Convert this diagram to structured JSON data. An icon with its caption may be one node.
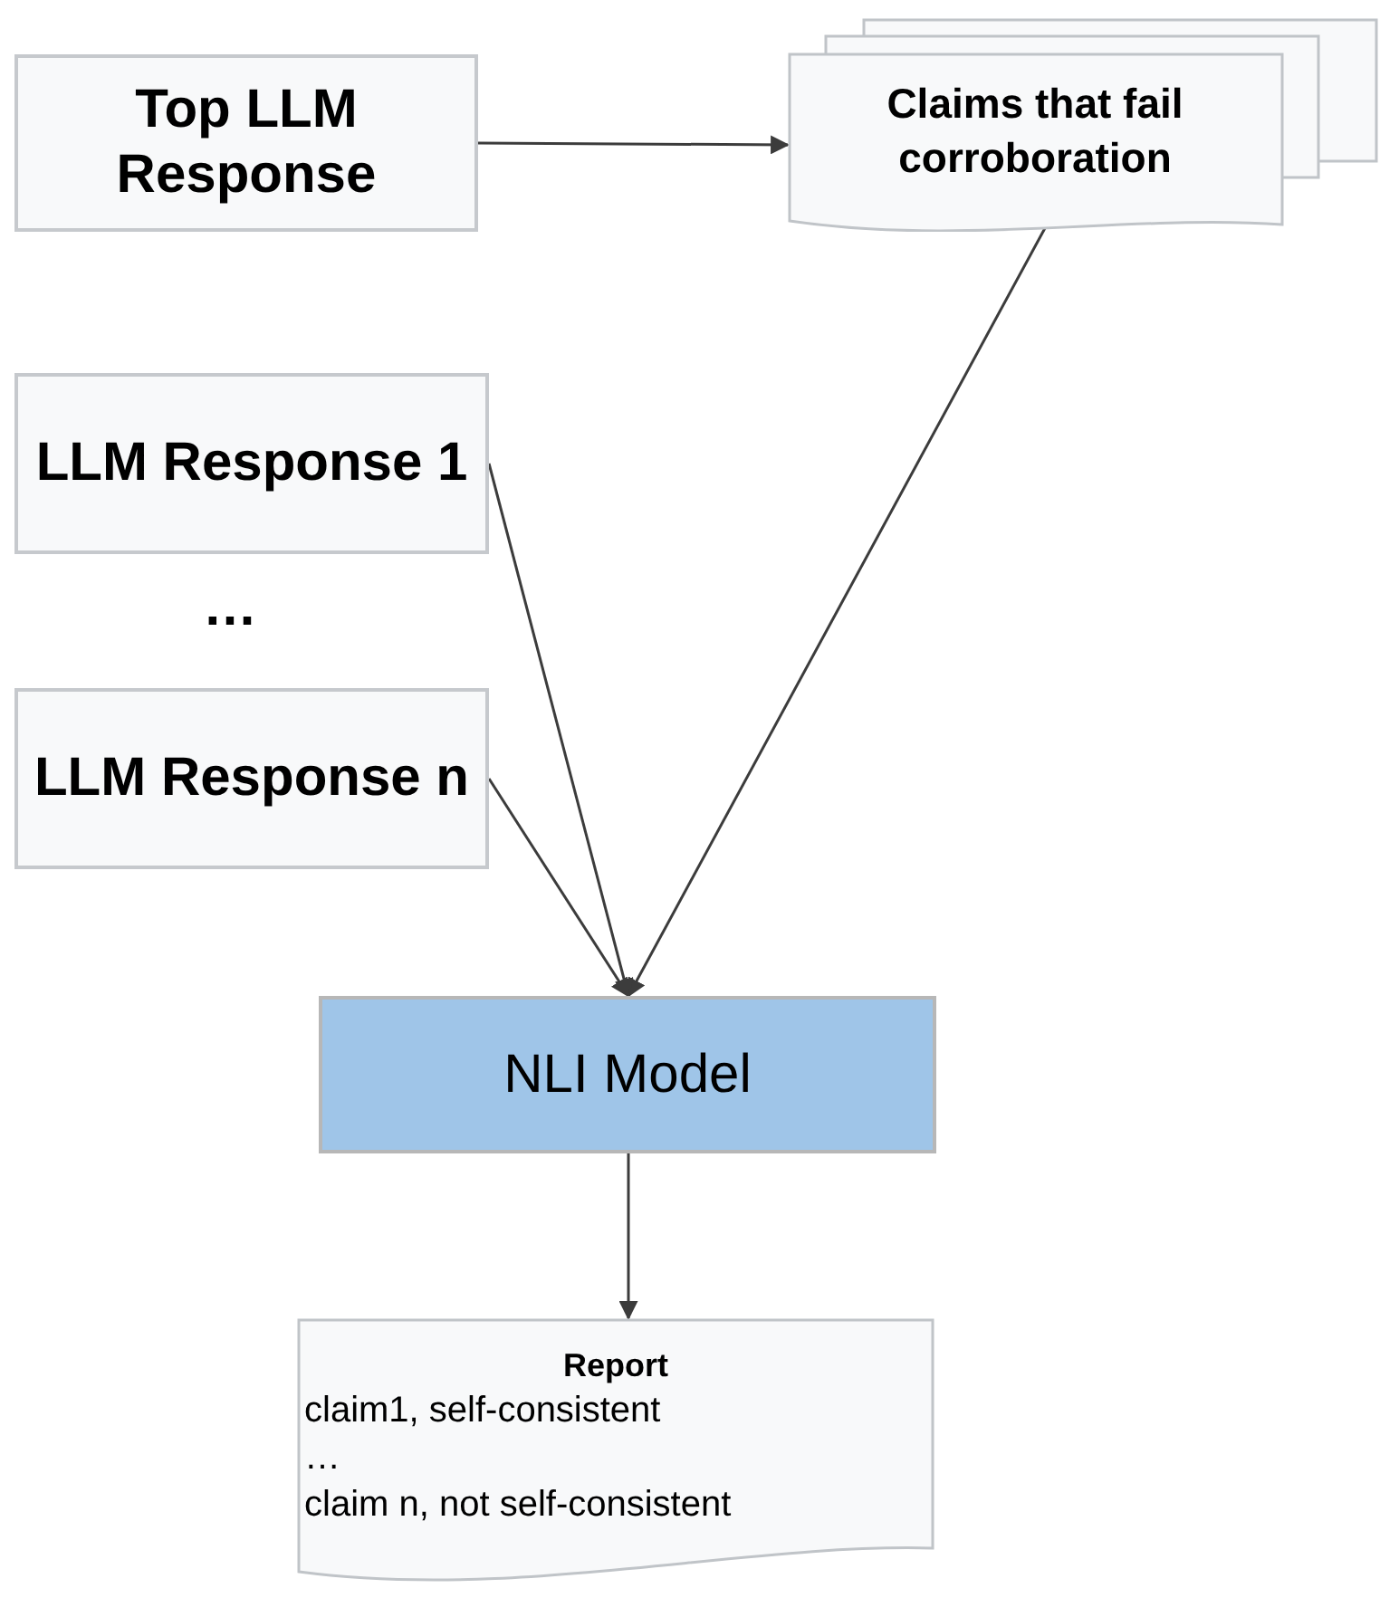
{
  "diagram": {
    "nodes": [
      {
        "text": [
          "Top LLM Response"
        ]
      },
      {
        "text": [
          "Claims that fail corroboration"
        ]
      },
      {
        "text": [
          "LLM Response 1"
        ]
      },
      {
        "text": [
          "LLM Response n"
        ]
      },
      {
        "text": [
          "NLI Model"
        ]
      },
      {
        "text": [
          "Report",
          "claim1, self-consistent",
          "…",
          "claim n, not self-consistent"
        ]
      }
    ],
    "edges": [
      {
        "from": 0,
        "to": 1,
        "arrow": "to"
      },
      {
        "from": 1,
        "to": 4,
        "arrow": "to"
      },
      {
        "from": 2,
        "to": 4,
        "arrow": "to"
      },
      {
        "from": 3,
        "to": 4,
        "arrow": "to"
      },
      {
        "from": 4,
        "to": 5,
        "arrow": "to"
      }
    ],
    "labels": [
      "…"
    ]
  }
}
